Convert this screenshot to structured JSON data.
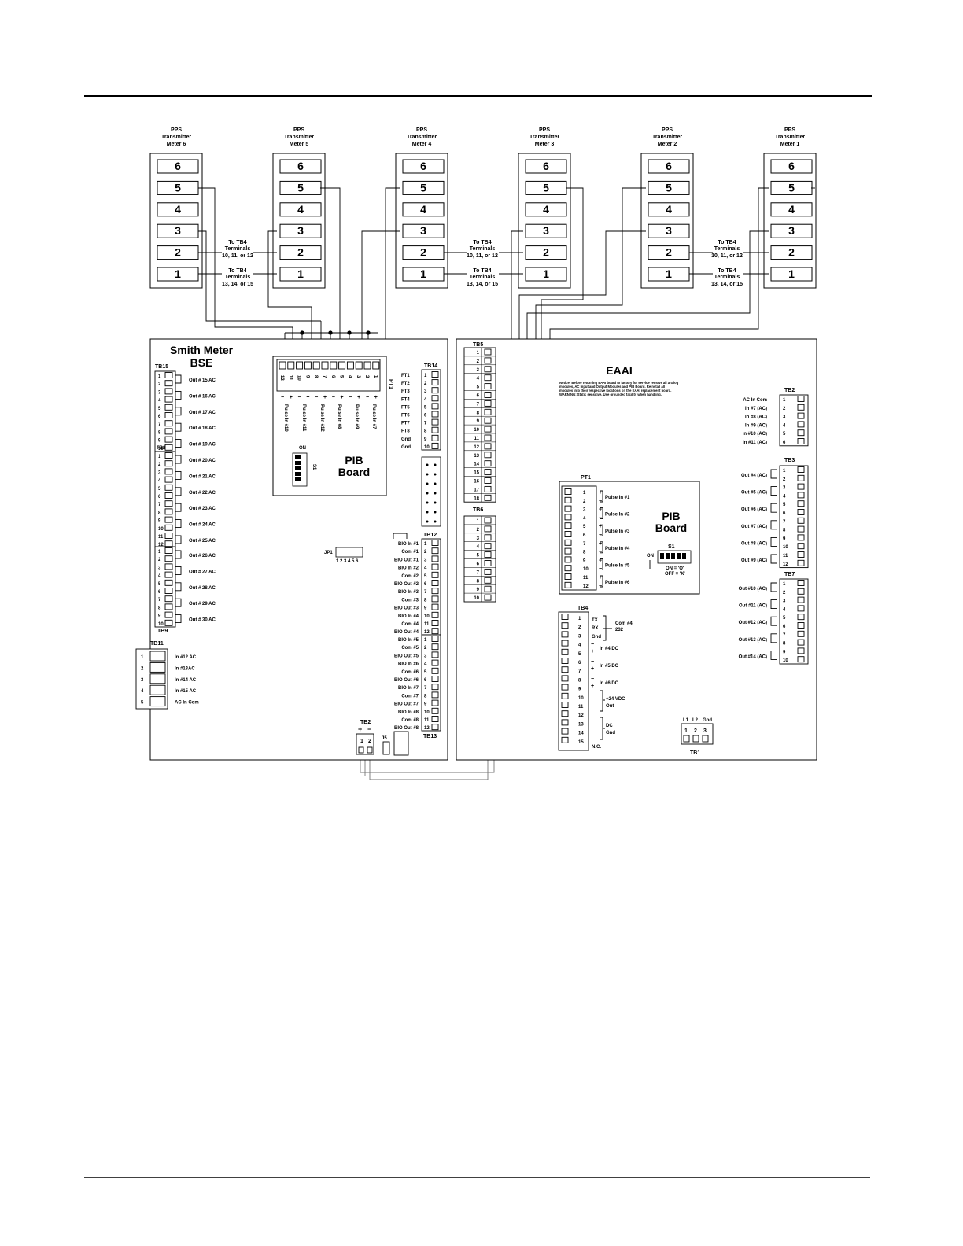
{
  "meters": [
    {
      "title": [
        "PPS",
        "Transmitter",
        "Meter 6"
      ]
    },
    {
      "title": [
        "PPS",
        "Transmitter",
        "Meter 5"
      ]
    },
    {
      "title": [
        "PPS",
        "Transmitter",
        "Meter 4"
      ]
    },
    {
      "title": [
        "PPS",
        "Transmitter",
        "Meter 3"
      ]
    },
    {
      "title": [
        "PPS",
        "Transmitter",
        "Meter 2"
      ]
    },
    {
      "title": [
        "PPS",
        "Transmitter",
        "Meter 1"
      ]
    }
  ],
  "meter_terminals": [
    "6",
    "5",
    "4",
    "3",
    "2",
    "1"
  ],
  "to_tb4_upper": [
    "To TB4",
    "Terminals",
    "10, 11, or 12"
  ],
  "to_tb4_lower": [
    "To TB4",
    "Terminals",
    "13, 14, or 15"
  ],
  "bse": {
    "title": [
      "Smith Meter",
      "BSE"
    ],
    "tb15_label": "TB15",
    "tb8_label": "TB8",
    "tb9_label": "TB9",
    "tb15_outputs": [
      "Out # 15 AC",
      "Out # 16 AC",
      "Out # 17 AC",
      "Out # 18 AC",
      "Out # 19 AC"
    ],
    "tb8_outputs": [
      "Out # 20 AC",
      "Out # 21 AC",
      "Out # 22 AC",
      "Out # 23 AC",
      "Out # 24 AC",
      "Out # 25 AC"
    ],
    "tb9_outputs": [
      "Out # 26 AC",
      "Out # 27 AC",
      "Out # 28 AC",
      "Out # 29 AC",
      "Out # 30 AC"
    ],
    "pib_title": [
      "PIB",
      "Board"
    ],
    "pt1_label": "PT1",
    "pt1_pins": [
      "12",
      "11",
      "10",
      "9",
      "8",
      "7",
      "6",
      "5",
      "4",
      "3",
      "2",
      "1"
    ],
    "pulse_labels": [
      "Pulse In #10",
      "Pulse In #11",
      "Pulse In #12",
      "Pulse In #8",
      "Pulse In #9",
      "Pulse In #7"
    ],
    "s1_label": "S1",
    "s1_on": "ON",
    "tb14_label": "TB14",
    "tb14_signals": [
      "FT1",
      "FT2",
      "FT3",
      "FT4",
      "FT5",
      "FT6",
      "FT7",
      "FT8",
      "Gnd",
      "Gnd"
    ],
    "jp1_label": "JP1",
    "jp1_pins": "1 2 3 4 5 6",
    "tb12_label": "TB12",
    "tb12_signals": [
      "BIO In #1",
      "Com #1",
      "BIO Out #1",
      "BIO In #2",
      "Com #2",
      "BIO Out #2",
      "BIO In #3",
      "Com #3",
      "BIO Out #3",
      "BIO In #4",
      "Com #4",
      "BIO Out #4"
    ],
    "tb13_label": "TB13",
    "tb13_signals": [
      "BIO In #5",
      "Com #5",
      "BIO Out #5",
      "BIO In #6",
      "Com #6",
      "BIO Out #6",
      "BIO In #7",
      "Com #7",
      "BIO Out #7",
      "BIO In #8",
      "Com #8",
      "BIO Out #8"
    ],
    "tb11_label": "TB11",
    "tb11_signals": [
      "In #12 AC",
      "In #13AC",
      "In #14 AC",
      "In #15 AC",
      "AC In Com"
    ],
    "tb2_label": "TB2",
    "tb2_pins": [
      "1",
      "2"
    ],
    "j5_label": "J5"
  },
  "eaai": {
    "title": "EAAI",
    "note": "Notice: Before returning EAAI board to factory for service remove all analog modules, AC Input and Output Modules and PIB Board. Reinstall all modules into their respective locations on the EAAI replacement board. WARNING: Static sensitive. Use grounded facility when handling.",
    "tb5_label": "TB5",
    "tb6_label": "TB6",
    "tb2_label": "TB2",
    "tb2_signals": [
      "AC In Com",
      "In #7 (AC)",
      "In #8 (AC)",
      "In #9 (AC)",
      "In #10 (AC)",
      "In #11 (AC)"
    ],
    "tb3_label": "TB3",
    "tb3_signals": [
      "Out #4 (AC)",
      "Out #5 (AC)",
      "Out #6 (AC)",
      "Out #7 (AC)",
      "Out #8 (AC)",
      "Out #9 (AC)"
    ],
    "tb7_label": "TB7",
    "tb7_signals": [
      "Out #10 (AC)",
      "Out #11 (AC)",
      "Out #12 (AC)",
      "Out #13 (AC)",
      "Out #14 (AC)"
    ],
    "pt1_label": "PT1",
    "pib_title": [
      "PIB",
      "Board"
    ],
    "pulse_labels": [
      "Pulse In #1",
      "Pulse In #2",
      "Pulse In #3",
      "Pulse In #4",
      "Pulse In #5",
      "Pulse In #6"
    ],
    "s1_label": "S1",
    "s1_on": "ON",
    "s1_note": [
      "ON = 'O'",
      "OFF = 'X'"
    ],
    "tb4_label": "TB4",
    "tb4_com": [
      "TX",
      "RX",
      "Gnd"
    ],
    "tb4_com_label": [
      "Com #4",
      "232"
    ],
    "tb4_inputs": [
      "In #4 DC",
      "In #5 DC",
      "In #6 DC"
    ],
    "tb4_power": [
      "+24 VDC",
      "Out"
    ],
    "tb4_dc": [
      "DC",
      "Gnd"
    ],
    "tb4_nc": "N.C.",
    "tb1_label": "TB1",
    "tb1_head": [
      "L1",
      "L2",
      "Gnd"
    ],
    "tb1_pins": [
      "1",
      "2",
      "3"
    ]
  }
}
